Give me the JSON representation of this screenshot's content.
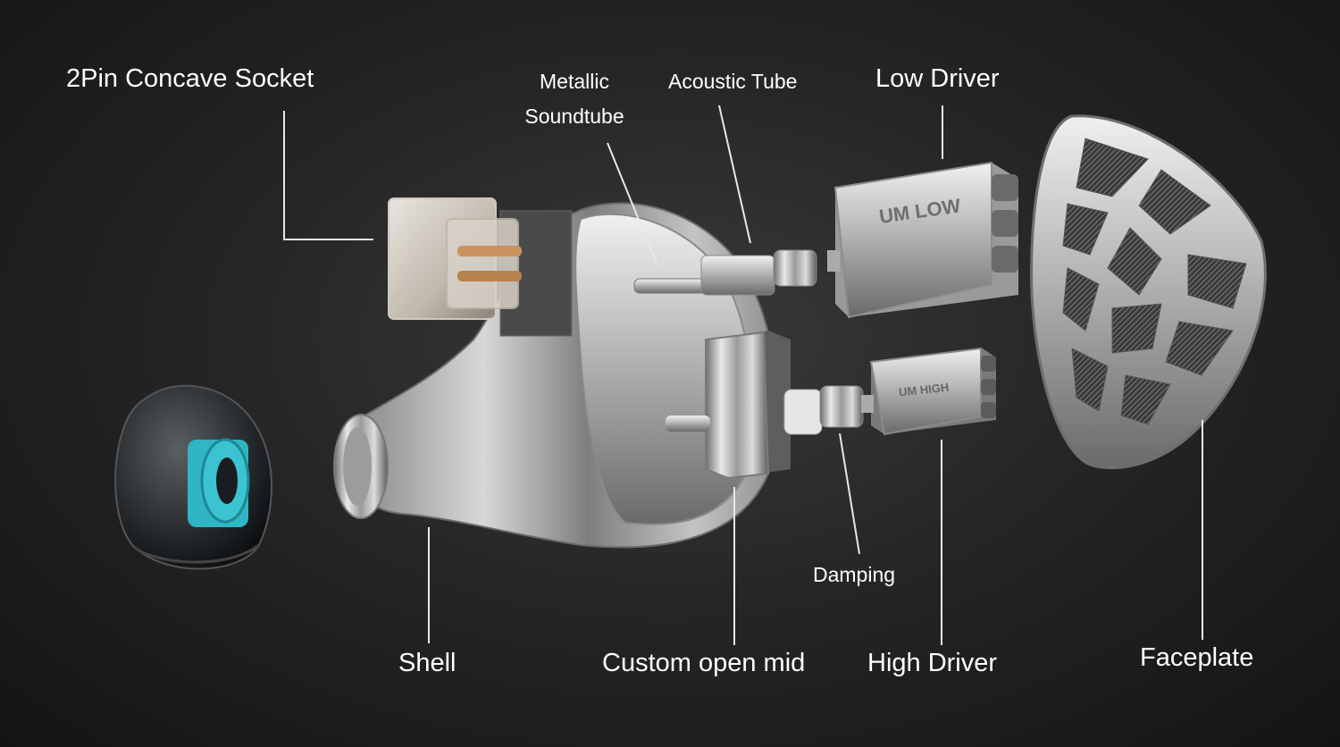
{
  "labels": {
    "socket": "2Pin Concave Socket",
    "metallic": "Metallic",
    "soundtube": "Soundtube",
    "acoustic_tube": "Acoustic Tube",
    "low_driver": "Low Driver",
    "shell": "Shell",
    "custom_open_mid": "Custom open mid",
    "damping": "Damping",
    "high_driver": "High Driver",
    "faceplate": "Faceplate"
  },
  "engravings": {
    "low_driver": "UM LOW",
    "high_driver": "UM HIGH"
  },
  "colors": {
    "background": "#1e1e1e",
    "text": "#ffffff",
    "eartip_core": "#2fb5c4",
    "metal": "#c8c8c8"
  }
}
